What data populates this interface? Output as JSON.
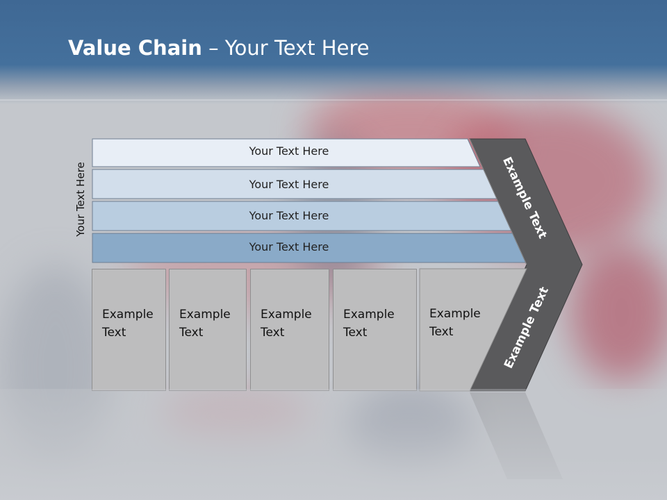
{
  "title": {
    "bold": "Value Chain",
    "rest": " – Your Text Here"
  },
  "side_label": "Your Text Here",
  "bars": [
    {
      "label": "Your Text Here"
    },
    {
      "label": "Your Text Here"
    },
    {
      "label": "Your Text Here"
    },
    {
      "label": "Your Text Here"
    }
  ],
  "boxes": [
    {
      "line1": "Example",
      "line2": "Text"
    },
    {
      "line1": "Example",
      "line2": "Text"
    },
    {
      "line1": "Example",
      "line2": "Text"
    },
    {
      "line1": "Example",
      "line2": "Text"
    },
    {
      "line1": "Example",
      "line2": "Text"
    }
  ],
  "chevron": {
    "upper": "Example Text",
    "lower": "Example Text"
  },
  "colors": {
    "header": "#44709c",
    "bar1": "#e8eef6",
    "bar2": "#d2deeb",
    "bar3": "#b9cde0",
    "bar4": "#8aaac8",
    "box": "#bdbdbe",
    "chevron": "#5a5a5c"
  }
}
